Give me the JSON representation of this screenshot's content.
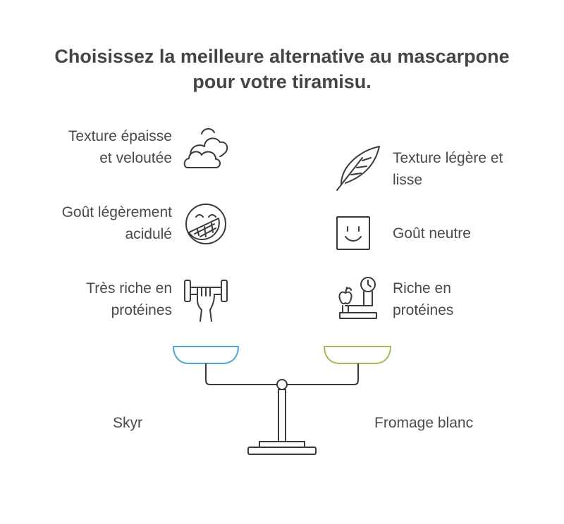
{
  "title": {
    "line1": "Choisissez la meilleure alternative au mascarpone",
    "line2": "pour votre tiramisu."
  },
  "left_items": [
    {
      "line1": "Texture épaisse",
      "line2": "et veloutée",
      "icon": "cloud-icon"
    },
    {
      "line1": "Goût légèrement",
      "line2": "acidulé",
      "icon": "lemon-smile-icon"
    },
    {
      "line1": "Très riche en",
      "line2": "protéines",
      "icon": "dumbbell-icon"
    }
  ],
  "right_items": [
    {
      "line1": "Texture légère et",
      "line2": "lisse",
      "icon": "feather-icon"
    },
    {
      "line1": "Goût neutre",
      "line2": "",
      "icon": "neutral-face-icon"
    },
    {
      "line1": "Riche en",
      "line2": "protéines",
      "icon": "scale-apple-icon"
    }
  ],
  "scale": {
    "left_label": "Skyr",
    "right_label": "Fromage blanc",
    "left_pan_color": "#4aa8d0",
    "right_pan_color": "#9cbf52",
    "stroke_color": "#3a3a3a"
  }
}
